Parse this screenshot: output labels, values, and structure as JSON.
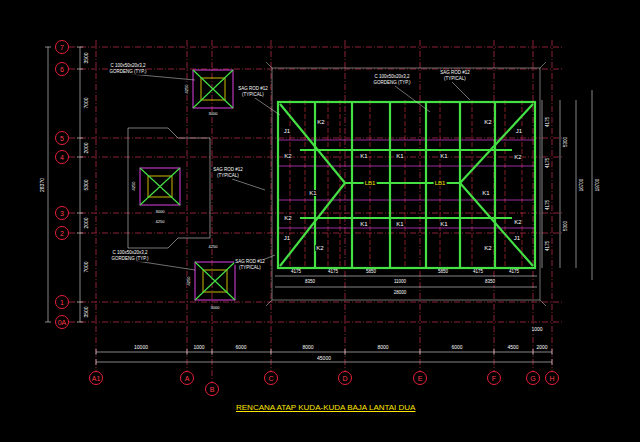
{
  "diagram": {
    "title": "RENCANA ATAP KUDA-KUDA BAJA LANTAI DUA",
    "nodes": [
      {
        "text": [
          "7"
        ]
      },
      {
        "text": [
          "6"
        ]
      },
      {
        "text": [
          "5"
        ]
      },
      {
        "text": [
          "4"
        ]
      },
      {
        "text": [
          "3"
        ]
      },
      {
        "text": [
          "2"
        ]
      },
      {
        "text": [
          "1"
        ]
      },
      {
        "text": [
          "0A"
        ]
      },
      {
        "text": [
          "A1"
        ]
      },
      {
        "text": [
          "A"
        ]
      },
      {
        "text": [
          "B"
        ]
      },
      {
        "text": [
          "C"
        ]
      },
      {
        "text": [
          "D"
        ]
      },
      {
        "text": [
          "E"
        ]
      },
      {
        "text": [
          "F"
        ]
      },
      {
        "text": [
          "G"
        ]
      },
      {
        "text": [
          "H"
        ]
      }
    ],
    "labels": [
      "3500",
      "7000",
      "2000",
      "5300",
      "2000",
      "7000",
      "3500",
      "28370",
      "10000",
      "1000",
      "6000",
      "8000",
      "8000",
      "6000",
      "4500",
      "2000",
      "45000",
      "1000",
      "4175",
      "4175",
      "4175",
      "4175",
      "5300",
      "5300",
      "16700",
      "19700",
      "4175",
      "4175",
      "5850",
      "5850",
      "4175",
      "4175",
      "8350",
      "11000",
      "8350",
      "28000",
      "J1",
      "J1",
      "J1",
      "J1",
      "K2",
      "K2",
      "K2",
      "K2",
      "K2",
      "K2",
      "K2",
      "K2",
      "K1",
      "K1",
      "K1",
      "K1",
      "K1",
      "K1",
      "K1",
      "K1",
      "LB1",
      "LB1",
      "C 100x50x20x3,2",
      "GORDENG (TYP.)",
      "SAG ROD #12",
      "(TYPICAL)",
      "SAG ROD #12",
      "(TYPICAL)",
      "SAG ROD #12",
      "(TYPICAL)",
      "SAG ROD #12",
      "(TYPICAL)",
      "C 100x50x20x3,2",
      "GORDENG (TYP.)",
      "C 100x50x20x3,2",
      "GORDENG (TYP.)",
      "4250",
      "3000",
      "4250",
      "3000",
      "4250",
      "4250",
      "4250",
      "3000"
    ]
  }
}
